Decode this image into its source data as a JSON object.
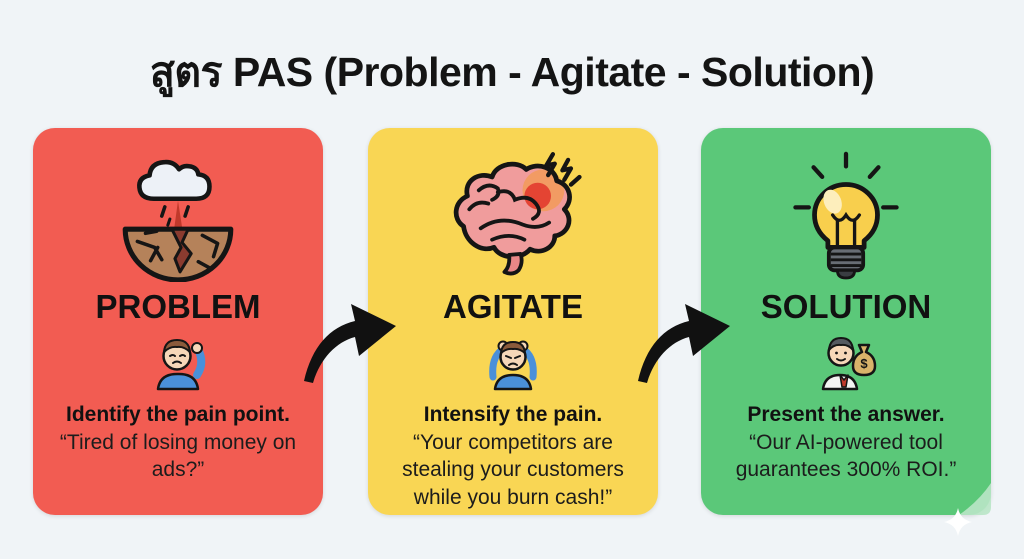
{
  "title": "สูตร PAS (Problem - Agitate - Solution)",
  "colors": {
    "background": "#f0f4f7",
    "problem_red": "#f25c52",
    "agitate_yellow": "#f9d654",
    "solution_green": "#5bc879",
    "arrow_black": "#111111"
  },
  "cards": [
    {
      "key": "problem",
      "label": "PROBLEM",
      "color": "#f25c52",
      "main_icon": "storm-cracked-earth-icon",
      "emoji_icon": "person-scratching-head-icon",
      "headline": "Identify the pain point.",
      "quote": "“Tired of losing money on ads?”"
    },
    {
      "key": "agitate",
      "label": "AGITATE",
      "color": "#f9d654",
      "main_icon": "aching-brain-icon",
      "emoji_icon": "person-head-in-hands-icon",
      "headline": "Intensify the pain.",
      "quote": "“Your competitors are stealing your customers while you burn cash!”"
    },
    {
      "key": "solution",
      "label": "SOLUTION",
      "color": "#5bc879",
      "main_icon": "lightbulb-idea-icon",
      "emoji_icon": "businessman-money-bag-icon",
      "headline": "Present the answer.",
      "quote": "“Our AI-powered tool guarantees 300% ROI.”"
    }
  ],
  "arrows": [
    {
      "name": "arrow-problem-to-agitate"
    },
    {
      "name": "arrow-agitate-to-solution"
    }
  ]
}
